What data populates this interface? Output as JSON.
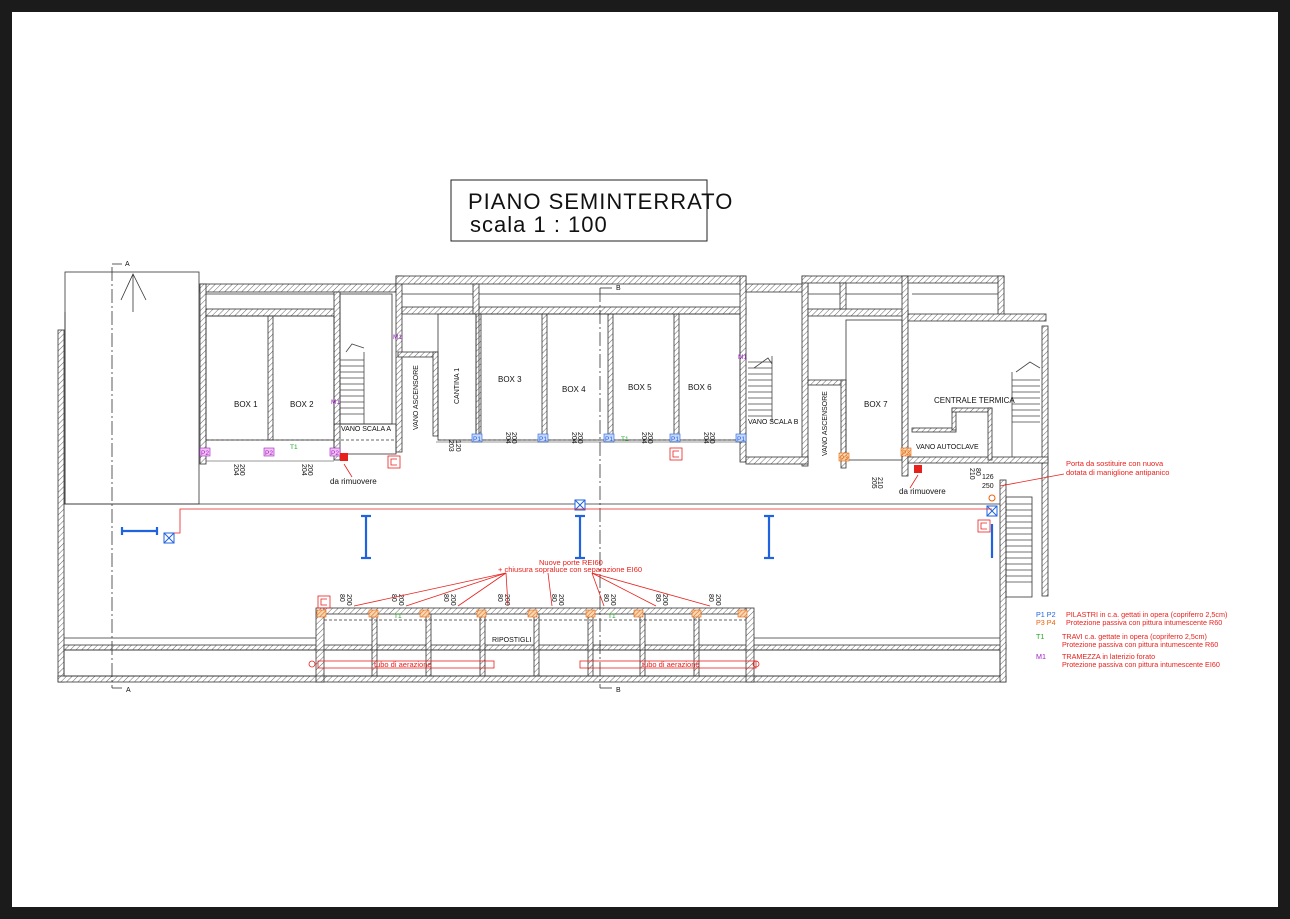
{
  "title": {
    "line1": "PIANO  SEMINTERRATO",
    "line2": "scala  1  :  100"
  },
  "section_marks": {
    "a_top": "A",
    "a_bottom": "A",
    "b_top": "B",
    "b_bottom": "B"
  },
  "rooms": {
    "box1": "BOX  1",
    "box2": "BOX  2",
    "vano_scala_a": "VANO  SCALA  A",
    "vano_ascensore_1": "VANO  ASCENSORE",
    "cantina1": "CANTINA  1",
    "box3": "BOX  3",
    "box4": "BOX  4",
    "box5": "BOX  5",
    "box6": "BOX  6",
    "vano_scala_b": "VANO  SCALA  B",
    "vano_ascensore_2": "VANO  ASCENSORE",
    "box7": "BOX  7",
    "centrale_termica": "CENTRALE  TERMICA",
    "vano_autoclave": "VANO  AUTOCLAVE",
    "ripostigli": "RIPOSTIGLI"
  },
  "element_tags": {
    "p1": "P1",
    "p2": "P2",
    "p3": "P3",
    "p4": "P4",
    "t1": "T1",
    "m1": "M1"
  },
  "dimensions": {
    "d200": "200",
    "d204": "204",
    "d120": "120",
    "d203": "203",
    "d210": "210",
    "d205": "205",
    "d80": "80",
    "d126": "126",
    "d250": "250"
  },
  "annotations": {
    "da_rimuovere_1": "da  rimuovere",
    "da_rimuovere_2": "da  rimuovere",
    "porta_line1": "Porta  da  sostituire  con  nuova",
    "porta_line2": "dotata  di  maniglione  antipanico",
    "nuove_porte_line1": "Nuove  porte  REI60",
    "nuove_porte_line2": "+  chiusura  sopraluce  con  separazione  EI60",
    "tubo1": "tubo  di  aerazione",
    "tubo2": "tubo  di  aerazione"
  },
  "legend": [
    {
      "codes": "P1  P2",
      "line1": "PILASTRI in c.a. gettati in opera (copriferro 2,5cm)"
    },
    {
      "codes": "P3  P4",
      "line1": "Protezione passiva con pittura intumescente R60"
    },
    {
      "codes": "T1",
      "line1": "TRAVI c.a. gettate in opera (copriferro 2,5cm)",
      "line2": "Protezione passiva con pittura intumescente R60"
    },
    {
      "codes": "M1",
      "line1": "TRAMEZZA in laterizio forato",
      "line2": "Protezione passiva con pittura intumescente EI60"
    }
  ],
  "colors": {
    "red": "#e8201c",
    "blue": "#1f63e0",
    "green": "#22a822",
    "purple": "#a020c8",
    "orange": "#e8620c"
  }
}
